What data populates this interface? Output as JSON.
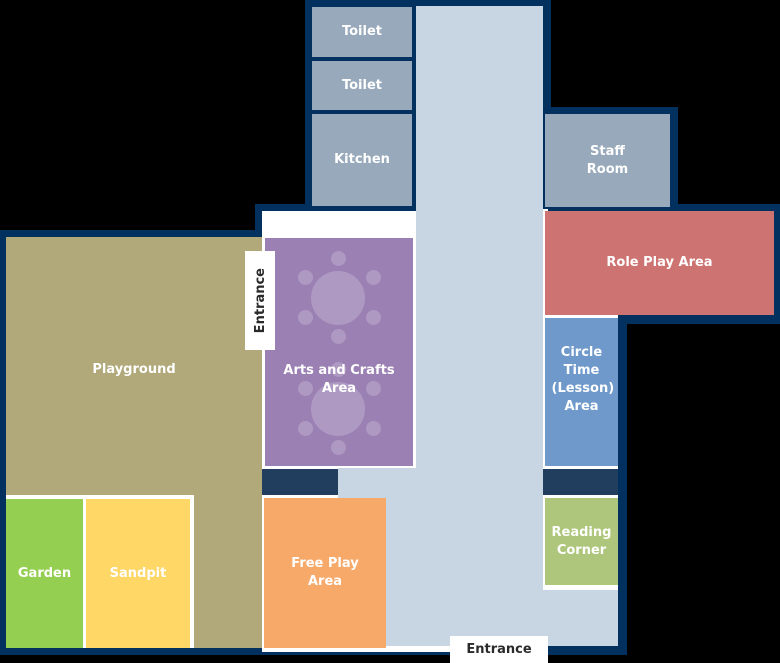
{
  "floorplan": {
    "colors": {
      "wall": "#02305f",
      "corridor": "#c8d5e2",
      "service": "#97a9ba",
      "playground": "#b1a97a",
      "arts": "#9a80b3",
      "free_play": "#f7a96a",
      "garden": "#95cf52",
      "sandpit": "#fed767",
      "role_play": "#cd7371",
      "circle_time": "#6e99ca",
      "reading": "#adc67b",
      "band": "#223e5e"
    },
    "rooms": {
      "toilet_1": "Toilet",
      "toilet_2": "Toilet",
      "kitchen": "Kitchen",
      "staff_room": "Staff Room",
      "role_play": "Role Play Area",
      "playground": "Playground",
      "arts_crafts": "Arts and Crafts Area",
      "circle_time": "Circle Time (Lesson) Area",
      "reading_corner": "Reading Corner",
      "garden": "Garden",
      "sandpit": "Sandpit",
      "free_play": "Free Play Area"
    },
    "entrances": {
      "side": "Entrance",
      "bottom": "Entrance"
    },
    "icons": {
      "table": "round-table-with-chairs"
    }
  }
}
